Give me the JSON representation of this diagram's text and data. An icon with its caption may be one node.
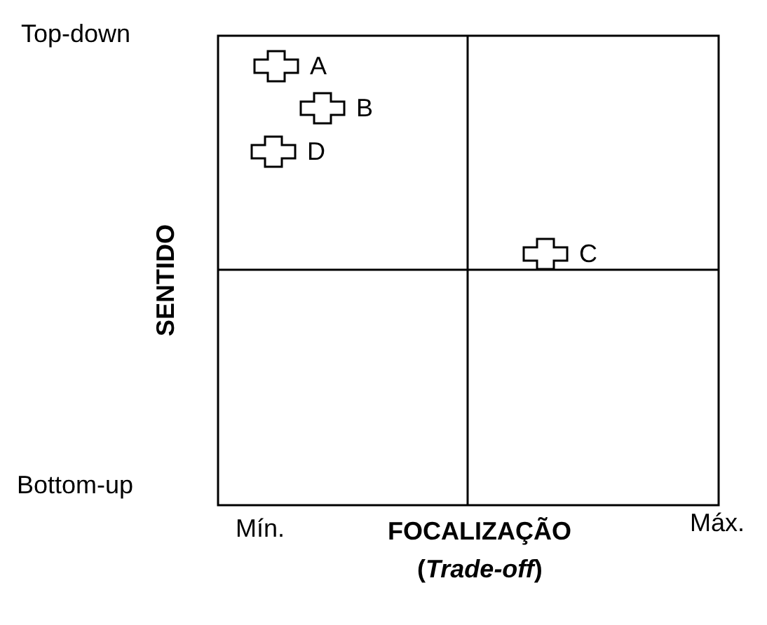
{
  "diagram": {
    "nodes": [
      {
        "text": [],
        "shape": "cross",
        "beside": [
          "A"
        ]
      },
      {
        "text": [],
        "shape": "cross",
        "beside": [
          "B"
        ]
      },
      {
        "text": [],
        "shape": "cross",
        "beside": [
          "D"
        ]
      },
      {
        "text": [],
        "shape": "cross",
        "beside": [
          "C"
        ]
      }
    ],
    "labels": [
      "Top-down",
      "SENTIDO",
      "Bottom-up",
      "Mín.",
      "Máx.",
      "FOCALIZAÇÃO",
      "(*Trade-off*)"
    ]
  }
}
